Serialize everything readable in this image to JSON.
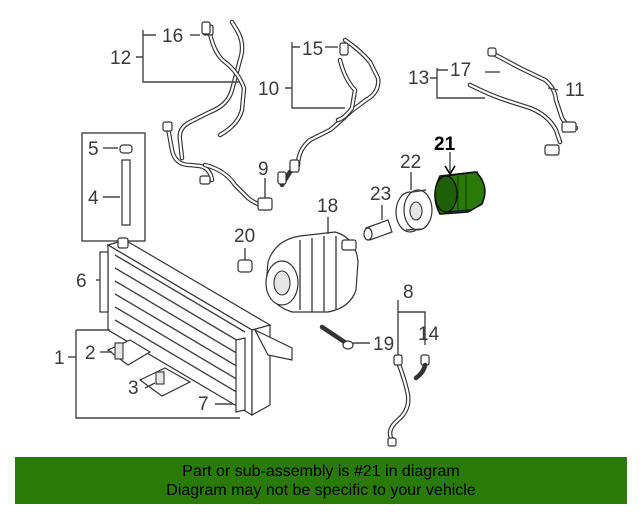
{
  "callouts": {
    "c1": "1",
    "c2": "2",
    "c3": "3",
    "c4": "4",
    "c5": "5",
    "c6": "6",
    "c7": "7",
    "c8": "8",
    "c9": "9",
    "c10": "10",
    "c11": "11",
    "c12": "12",
    "c13": "13",
    "c14": "14",
    "c15": "15",
    "c16": "16",
    "c17": "17",
    "c18": "18",
    "c19": "19",
    "c20": "20",
    "c21": "21",
    "c22": "22",
    "c23": "23"
  },
  "highlight": {
    "part": "21",
    "color": "#2a7a0a"
  },
  "banner": {
    "line1": "Part or sub-assembly is #21 in diagram",
    "line2": "Diagram may not be specific to your vehicle",
    "background": "#2a7a0a"
  }
}
